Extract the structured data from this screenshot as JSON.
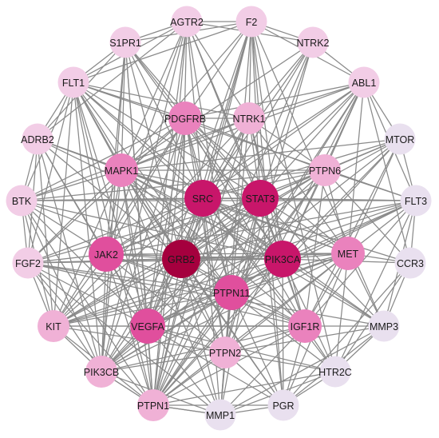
{
  "colors": {
    "edge": "#8a8a8a",
    "label": "#1a1a1a",
    "level1": "#e9e0ef",
    "level2": "#f2cde6",
    "level3": "#f0b1d6",
    "level4": "#ea82bd",
    "level5": "#e04f9d",
    "level6": "#c8166a",
    "level7": "#a5003e"
  },
  "nodes": [
    {
      "id": "AGTR2",
      "label": "AGTR2",
      "level": 2
    },
    {
      "id": "F2",
      "label": "F2",
      "level": 2
    },
    {
      "id": "S1PR1",
      "label": "S1PR1",
      "level": 2
    },
    {
      "id": "NTRK2",
      "label": "NTRK2",
      "level": 2
    },
    {
      "id": "FLT1",
      "label": "FLT1",
      "level": 2
    },
    {
      "id": "ABL1",
      "label": "ABL1",
      "level": 2
    },
    {
      "id": "PDGFRB",
      "label": "PDGFRB",
      "level": 4
    },
    {
      "id": "NTRK1",
      "label": "NTRK1",
      "level": 3
    },
    {
      "id": "ADRB2",
      "label": "ADRB2",
      "level": 2
    },
    {
      "id": "MTOR",
      "label": "MTOR",
      "level": 1
    },
    {
      "id": "MAPK1",
      "label": "MAPK1",
      "level": 4
    },
    {
      "id": "PTPN6",
      "label": "PTPN6",
      "level": 3
    },
    {
      "id": "SRC",
      "label": "SRC",
      "level": 6
    },
    {
      "id": "STAT3",
      "label": "STAT3",
      "level": 6
    },
    {
      "id": "BTK",
      "label": "BTK",
      "level": 2
    },
    {
      "id": "FLT3",
      "label": "FLT3",
      "level": 1
    },
    {
      "id": "JAK2",
      "label": "JAK2",
      "level": 5
    },
    {
      "id": "GRB2",
      "label": "GRB2",
      "level": 7
    },
    {
      "id": "PIK3CA",
      "label": "PIK3CA",
      "level": 6
    },
    {
      "id": "MET",
      "label": "MET",
      "level": 4
    },
    {
      "id": "FGF2",
      "label": "FGF2",
      "level": 2
    },
    {
      "id": "CCR3",
      "label": "CCR3",
      "level": 1
    },
    {
      "id": "PTPN11",
      "label": "PTPN11",
      "level": 5
    },
    {
      "id": "KIT",
      "label": "KIT",
      "level": 3
    },
    {
      "id": "VEGFA",
      "label": "VEGFA",
      "level": 5
    },
    {
      "id": "IGF1R",
      "label": "IGF1R",
      "level": 4
    },
    {
      "id": "MMP3",
      "label": "MMP3",
      "level": 1
    },
    {
      "id": "PTPN2",
      "label": "PTPN2",
      "level": 3
    },
    {
      "id": "PIK3CB",
      "label": "PIK3CB",
      "level": 3
    },
    {
      "id": "HTR2C",
      "label": "HTR2C",
      "level": 1
    },
    {
      "id": "PTPN1",
      "label": "PTPN1",
      "level": 3
    },
    {
      "id": "MMP1",
      "label": "MMP1",
      "level": 1
    },
    {
      "id": "PGR",
      "label": "PGR",
      "level": 1
    }
  ],
  "edges": [
    [
      "GRB2",
      "SRC"
    ],
    [
      "GRB2",
      "STAT3"
    ],
    [
      "GRB2",
      "PIK3CA"
    ],
    [
      "GRB2",
      "JAK2"
    ],
    [
      "GRB2",
      "PTPN11"
    ],
    [
      "GRB2",
      "MAPK1"
    ],
    [
      "GRB2",
      "PDGFRB"
    ],
    [
      "GRB2",
      "NTRK1"
    ],
    [
      "GRB2",
      "VEGFA"
    ],
    [
      "GRB2",
      "IGF1R"
    ],
    [
      "GRB2",
      "MET"
    ],
    [
      "GRB2",
      "PTPN6"
    ],
    [
      "GRB2",
      "PTPN1"
    ],
    [
      "GRB2",
      "PIK3CB"
    ],
    [
      "GRB2",
      "KIT"
    ],
    [
      "GRB2",
      "FGF2"
    ],
    [
      "GRB2",
      "BTK"
    ],
    [
      "GRB2",
      "ADRB2"
    ],
    [
      "GRB2",
      "FLT1"
    ],
    [
      "GRB2",
      "S1PR1"
    ],
    [
      "GRB2",
      "AGTR2"
    ],
    [
      "GRB2",
      "F2"
    ],
    [
      "GRB2",
      "NTRK2"
    ],
    [
      "GRB2",
      "ABL1"
    ],
    [
      "GRB2",
      "FLT3"
    ],
    [
      "GRB2",
      "PTPN2"
    ],
    [
      "GRB2",
      "MMP1"
    ],
    [
      "GRB2",
      "PGR"
    ],
    [
      "GRB2",
      "MTOR"
    ],
    [
      "SRC",
      "STAT3"
    ],
    [
      "SRC",
      "PIK3CA"
    ],
    [
      "SRC",
      "JAK2"
    ],
    [
      "SRC",
      "PTPN11"
    ],
    [
      "SRC",
      "MAPK1"
    ],
    [
      "SRC",
      "PDGFRB"
    ],
    [
      "SRC",
      "NTRK1"
    ],
    [
      "SRC",
      "VEGFA"
    ],
    [
      "SRC",
      "IGF1R"
    ],
    [
      "SRC",
      "MET"
    ],
    [
      "SRC",
      "PTPN6"
    ],
    [
      "SRC",
      "PTPN1"
    ],
    [
      "SRC",
      "PTPN2"
    ],
    [
      "SRC",
      "KIT"
    ],
    [
      "SRC",
      "FGF2"
    ],
    [
      "SRC",
      "BTK"
    ],
    [
      "SRC",
      "ADRB2"
    ],
    [
      "SRC",
      "FLT1"
    ],
    [
      "SRC",
      "S1PR1"
    ],
    [
      "SRC",
      "AGTR2"
    ],
    [
      "SRC",
      "F2"
    ],
    [
      "SRC",
      "NTRK2"
    ],
    [
      "SRC",
      "ABL1"
    ],
    [
      "SRC",
      "MTOR"
    ],
    [
      "SRC",
      "FLT3"
    ],
    [
      "SRC",
      "CCR3"
    ],
    [
      "SRC",
      "MMP3"
    ],
    [
      "SRC",
      "HTR2C"
    ],
    [
      "SRC",
      "PIK3CB"
    ],
    [
      "SRC",
      "MMP1"
    ],
    [
      "STAT3",
      "PIK3CA"
    ],
    [
      "STAT3",
      "JAK2"
    ],
    [
      "STAT3",
      "PTPN11"
    ],
    [
      "STAT3",
      "MAPK1"
    ],
    [
      "STAT3",
      "PDGFRB"
    ],
    [
      "STAT3",
      "NTRK1"
    ],
    [
      "STAT3",
      "VEGFA"
    ],
    [
      "STAT3",
      "IGF1R"
    ],
    [
      "STAT3",
      "MET"
    ],
    [
      "STAT3",
      "PTPN6"
    ],
    [
      "STAT3",
      "PTPN1"
    ],
    [
      "STAT3",
      "PTPN2"
    ],
    [
      "STAT3",
      "KIT"
    ],
    [
      "STAT3",
      "FGF2"
    ],
    [
      "STAT3",
      "BTK"
    ],
    [
      "STAT3",
      "FLT3"
    ],
    [
      "STAT3",
      "MTOR"
    ],
    [
      "STAT3",
      "S1PR1"
    ],
    [
      "STAT3",
      "AGTR2"
    ],
    [
      "STAT3",
      "F2"
    ],
    [
      "STAT3",
      "NTRK2"
    ],
    [
      "STAT3",
      "ABL1"
    ],
    [
      "STAT3",
      "FLT1"
    ],
    [
      "STAT3",
      "MMP1"
    ],
    [
      "STAT3",
      "MMP3"
    ],
    [
      "STAT3",
      "PGR"
    ],
    [
      "STAT3",
      "PIK3CB"
    ],
    [
      "PIK3CA",
      "JAK2"
    ],
    [
      "PIK3CA",
      "PTPN11"
    ],
    [
      "PIK3CA",
      "MAPK1"
    ],
    [
      "PIK3CA",
      "PDGFRB"
    ],
    [
      "PIK3CA",
      "NTRK1"
    ],
    [
      "PIK3CA",
      "VEGFA"
    ],
    [
      "PIK3CA",
      "IGF1R"
    ],
    [
      "PIK3CA",
      "MET"
    ],
    [
      "PIK3CA",
      "PTPN6"
    ],
    [
      "PIK3CA",
      "PTPN1"
    ],
    [
      "PIK3CA",
      "KIT"
    ],
    [
      "PIK3CA",
      "FGF2"
    ],
    [
      "PIK3CA",
      "BTK"
    ],
    [
      "PIK3CA",
      "MTOR"
    ],
    [
      "PIK3CA",
      "FLT3"
    ],
    [
      "PIK3CA",
      "S1PR1"
    ],
    [
      "PIK3CA",
      "F2"
    ],
    [
      "PIK3CA",
      "AGTR2"
    ],
    [
      "PIK3CA",
      "ABL1"
    ],
    [
      "PIK3CA",
      "CCR3"
    ],
    [
      "PIK3CA",
      "HTR2C"
    ],
    [
      "PIK3CA",
      "MMP3"
    ],
    [
      "PIK3CA",
      "PGR"
    ],
    [
      "PIK3CA",
      "PIK3CB"
    ],
    [
      "PIK3CA",
      "FLT1"
    ],
    [
      "PIK3CA",
      "ADRB2"
    ],
    [
      "JAK2",
      "PTPN11"
    ],
    [
      "JAK2",
      "MAPK1"
    ],
    [
      "JAK2",
      "PDGFRB"
    ],
    [
      "JAK2",
      "VEGFA"
    ],
    [
      "JAK2",
      "IGF1R"
    ],
    [
      "JAK2",
      "MET"
    ],
    [
      "JAK2",
      "PTPN6"
    ],
    [
      "JAK2",
      "PTPN1"
    ],
    [
      "JAK2",
      "PTPN2"
    ],
    [
      "JAK2",
      "KIT"
    ],
    [
      "JAK2",
      "FGF2"
    ],
    [
      "JAK2",
      "BTK"
    ],
    [
      "JAK2",
      "FLT3"
    ],
    [
      "JAK2",
      "FLT1"
    ],
    [
      "JAK2",
      "AGTR2"
    ],
    [
      "JAK2",
      "ABL1"
    ],
    [
      "JAK2",
      "PIK3CB"
    ],
    [
      "JAK2",
      "S1PR1"
    ],
    [
      "JAK2",
      "ADRB2"
    ],
    [
      "PTPN11",
      "MAPK1"
    ],
    [
      "PTPN11",
      "PDGFRB"
    ],
    [
      "PTPN11",
      "NTRK1"
    ],
    [
      "PTPN11",
      "VEGFA"
    ],
    [
      "PTPN11",
      "IGF1R"
    ],
    [
      "PTPN11",
      "MET"
    ],
    [
      "PTPN11",
      "PTPN6"
    ],
    [
      "PTPN11",
      "PTPN1"
    ],
    [
      "PTPN11",
      "PTPN2"
    ],
    [
      "PTPN11",
      "KIT"
    ],
    [
      "PTPN11",
      "FGF2"
    ],
    [
      "PTPN11",
      "FLT3"
    ],
    [
      "PTPN11",
      "ABL1"
    ],
    [
      "PTPN11",
      "PIK3CB"
    ],
    [
      "PTPN11",
      "MMP1"
    ],
    [
      "PTPN11",
      "PGR"
    ],
    [
      "PTPN11",
      "HTR2C"
    ],
    [
      "PTPN11",
      "FLT1"
    ],
    [
      "PTPN11",
      "AGTR2"
    ],
    [
      "MAPK1",
      "PDGFRB"
    ],
    [
      "MAPK1",
      "NTRK1"
    ],
    [
      "MAPK1",
      "VEGFA"
    ],
    [
      "MAPK1",
      "IGF1R"
    ],
    [
      "MAPK1",
      "MET"
    ],
    [
      "MAPK1",
      "PTPN6"
    ],
    [
      "MAPK1",
      "KIT"
    ],
    [
      "MAPK1",
      "FGF2"
    ],
    [
      "MAPK1",
      "BTK"
    ],
    [
      "MAPK1",
      "MTOR"
    ],
    [
      "MAPK1",
      "S1PR1"
    ],
    [
      "MAPK1",
      "AGTR2"
    ],
    [
      "MAPK1",
      "F2"
    ],
    [
      "MAPK1",
      "ADRB2"
    ],
    [
      "MAPK1",
      "FLT1"
    ],
    [
      "MAPK1",
      "NTRK2"
    ],
    [
      "MAPK1",
      "ABL1"
    ],
    [
      "MAPK1",
      "MMP1"
    ],
    [
      "MAPK1",
      "MMP3"
    ],
    [
      "MAPK1",
      "PGR"
    ],
    [
      "MAPK1",
      "PIK3CB"
    ],
    [
      "MAPK1",
      "PTPN1"
    ],
    [
      "PDGFRB",
      "NTRK1"
    ],
    [
      "PDGFRB",
      "VEGFA"
    ],
    [
      "PDGFRB",
      "IGF1R"
    ],
    [
      "PDGFRB",
      "MET"
    ],
    [
      "PDGFRB",
      "KIT"
    ],
    [
      "PDGFRB",
      "FGF2"
    ],
    [
      "PDGFRB",
      "PTPN1"
    ],
    [
      "PDGFRB",
      "PTPN2"
    ],
    [
      "PDGFRB",
      "PTPN6"
    ],
    [
      "PDGFRB",
      "ABL1"
    ],
    [
      "PDGFRB",
      "FLT1"
    ],
    [
      "PDGFRB",
      "S1PR1"
    ],
    [
      "PDGFRB",
      "F2"
    ],
    [
      "PDGFRB",
      "PIK3CB"
    ],
    [
      "PDGFRB",
      "BTK"
    ],
    [
      "NTRK1",
      "NTRK2"
    ],
    [
      "NTRK1",
      "PTPN6"
    ],
    [
      "NTRK1",
      "IGF1R"
    ],
    [
      "NTRK1",
      "MET"
    ],
    [
      "NTRK1",
      "PTPN1"
    ],
    [
      "NTRK1",
      "ABL1"
    ],
    [
      "NTRK1",
      "F2"
    ],
    [
      "NTRK1",
      "AGTR2"
    ],
    [
      "NTRK1",
      "VEGFA"
    ],
    [
      "NTRK1",
      "KIT"
    ],
    [
      "NTRK1",
      "FLT1"
    ],
    [
      "NTRK1",
      "BTK"
    ],
    [
      "VEGFA",
      "IGF1R"
    ],
    [
      "VEGFA",
      "MET"
    ],
    [
      "VEGFA",
      "KIT"
    ],
    [
      "VEGFA",
      "FGF2"
    ],
    [
      "VEGFA",
      "FLT1"
    ],
    [
      "VEGFA",
      "PTPN1"
    ],
    [
      "VEGFA",
      "PTPN2"
    ],
    [
      "VEGFA",
      "PIK3CB"
    ],
    [
      "VEGFA",
      "MMP1"
    ],
    [
      "VEGFA",
      "MMP3"
    ],
    [
      "VEGFA",
      "HTR2C"
    ],
    [
      "VEGFA",
      "PGR"
    ],
    [
      "VEGFA",
      "F2"
    ],
    [
      "VEGFA",
      "AGTR2"
    ],
    [
      "VEGFA",
      "S1PR1"
    ],
    [
      "VEGFA",
      "ADRB2"
    ],
    [
      "VEGFA",
      "BTK"
    ],
    [
      "VEGFA",
      "FLT3"
    ],
    [
      "IGF1R",
      "MET"
    ],
    [
      "IGF1R",
      "PTPN1"
    ],
    [
      "IGF1R",
      "PTPN2"
    ],
    [
      "IGF1R",
      "PTPN6"
    ],
    [
      "IGF1R",
      "KIT"
    ],
    [
      "IGF1R",
      "FGF2"
    ],
    [
      "IGF1R",
      "MTOR"
    ],
    [
      "IGF1R",
      "PIK3CB"
    ],
    [
      "IGF1R",
      "HTR2C"
    ],
    [
      "IGF1R",
      "PGR"
    ],
    [
      "IGF1R",
      "MMP1"
    ],
    [
      "IGF1R",
      "FLT3"
    ],
    [
      "MET",
      "PTPN1"
    ],
    [
      "MET",
      "PTPN2"
    ],
    [
      "MET",
      "PTPN6"
    ],
    [
      "MET",
      "KIT"
    ],
    [
      "MET",
      "FGF2"
    ],
    [
      "MET",
      "ABL1"
    ],
    [
      "MET",
      "MMP3"
    ],
    [
      "MET",
      "CCR3"
    ],
    [
      "MET",
      "HTR2C"
    ],
    [
      "MET",
      "MTOR"
    ],
    [
      "MET",
      "FLT3"
    ],
    [
      "MET",
      "PGR"
    ],
    [
      "MET",
      "PIK3CB"
    ],
    [
      "PTPN6",
      "KIT"
    ],
    [
      "PTPN6",
      "BTK"
    ],
    [
      "PTPN6",
      "ABL1"
    ],
    [
      "PTPN6",
      "FLT3"
    ],
    [
      "PTPN6",
      "PTPN1"
    ],
    [
      "PTPN6",
      "MTOR"
    ],
    [
      "PTPN6",
      "CCR3"
    ],
    [
      "PTPN6",
      "PIK3CB"
    ],
    [
      "PTPN1",
      "PTPN2"
    ],
    [
      "PTPN1",
      "KIT"
    ],
    [
      "PTPN1",
      "FGF2"
    ],
    [
      "PTPN1",
      "PIK3CB"
    ],
    [
      "PTPN1",
      "MMP1"
    ],
    [
      "PTPN1",
      "ABL1"
    ],
    [
      "PTPN1",
      "BTK"
    ],
    [
      "PTPN1",
      "FLT1"
    ],
    [
      "PTPN2",
      "KIT"
    ],
    [
      "PTPN2",
      "PIK3CB"
    ],
    [
      "PTPN2",
      "MMP1"
    ],
    [
      "PTPN2",
      "HTR2C"
    ],
    [
      "PTPN2",
      "PGR"
    ],
    [
      "PTPN2",
      "FLT1"
    ],
    [
      "KIT",
      "FGF2"
    ],
    [
      "KIT",
      "BTK"
    ],
    [
      "KIT",
      "FLT1"
    ],
    [
      "KIT",
      "PIK3CB"
    ],
    [
      "KIT",
      "FLT3"
    ],
    [
      "KIT",
      "ADRB2"
    ],
    [
      "FGF2",
      "BTK"
    ],
    [
      "FGF2",
      "FLT1"
    ],
    [
      "FGF2",
      "PIK3CB"
    ],
    [
      "FGF2",
      "ADRB2"
    ],
    [
      "FGF2",
      "MMP1"
    ],
    [
      "FGF2",
      "MMP3"
    ],
    [
      "BTK",
      "ADRB2"
    ],
    [
      "BTK",
      "FLT1"
    ],
    [
      "BTK",
      "PIK3CB"
    ],
    [
      "BTK",
      "FLT3"
    ],
    [
      "ADRB2",
      "FLT1"
    ],
    [
      "ADRB2",
      "S1PR1"
    ],
    [
      "ADRB2",
      "AGTR2"
    ],
    [
      "ADRB2",
      "PIK3CB"
    ],
    [
      "FLT1",
      "S1PR1"
    ],
    [
      "FLT1",
      "AGTR2"
    ],
    [
      "FLT1",
      "F2"
    ],
    [
      "FLT1",
      "PIK3CB"
    ],
    [
      "FLT1",
      "FLT3"
    ],
    [
      "S1PR1",
      "AGTR2"
    ],
    [
      "S1PR1",
      "F2"
    ],
    [
      "S1PR1",
      "PIK3CB"
    ],
    [
      "S1PR1",
      "PTPN1"
    ],
    [
      "AGTR2",
      "F2"
    ],
    [
      "AGTR2",
      "NTRK2"
    ],
    [
      "AGTR2",
      "PTPN1"
    ],
    [
      "AGTR2",
      "PIK3CB"
    ],
    [
      "F2",
      "NTRK2"
    ],
    [
      "F2",
      "ABL1"
    ],
    [
      "F2",
      "MMP3"
    ],
    [
      "F2",
      "PGR"
    ],
    [
      "F2",
      "PTPN1"
    ],
    [
      "F2",
      "MMP1"
    ],
    [
      "F2",
      "HTR2C"
    ],
    [
      "NTRK2",
      "ABL1"
    ],
    [
      "NTRK2",
      "PTPN2"
    ],
    [
      "NTRK2",
      "PTPN1"
    ],
    [
      "ABL1",
      "MTOR"
    ],
    [
      "ABL1",
      "FLT3"
    ],
    [
      "ABL1",
      "CCR3"
    ],
    [
      "ABL1",
      "PTPN2"
    ],
    [
      "MTOR",
      "FLT3"
    ],
    [
      "MTOR",
      "PIK3CB"
    ],
    [
      "MTOR",
      "PTPN1"
    ],
    [
      "FLT3",
      "CCR3"
    ],
    [
      "FLT3",
      "MMP3"
    ],
    [
      "FLT3",
      "HTR2C"
    ],
    [
      "CCR3",
      "MMP3"
    ],
    [
      "CCR3",
      "HTR2C"
    ],
    [
      "CCR3",
      "PGR"
    ],
    [
      "MMP3",
      "HTR2C"
    ],
    [
      "MMP3",
      "PGR"
    ],
    [
      "MMP3",
      "MMP1"
    ],
    [
      "MMP3",
      "PTPN2"
    ],
    [
      "HTR2C",
      "PGR"
    ],
    [
      "HTR2C",
      "MMP1"
    ],
    [
      "HTR2C",
      "PTPN1"
    ],
    [
      "PGR",
      "MMP1"
    ],
    [
      "PGR",
      "PTPN1"
    ],
    [
      "MMP1",
      "PTPN1"
    ],
    [
      "MMP1",
      "PIK3CB"
    ],
    [
      "PIK3CB",
      "PTPN1"
    ]
  ]
}
